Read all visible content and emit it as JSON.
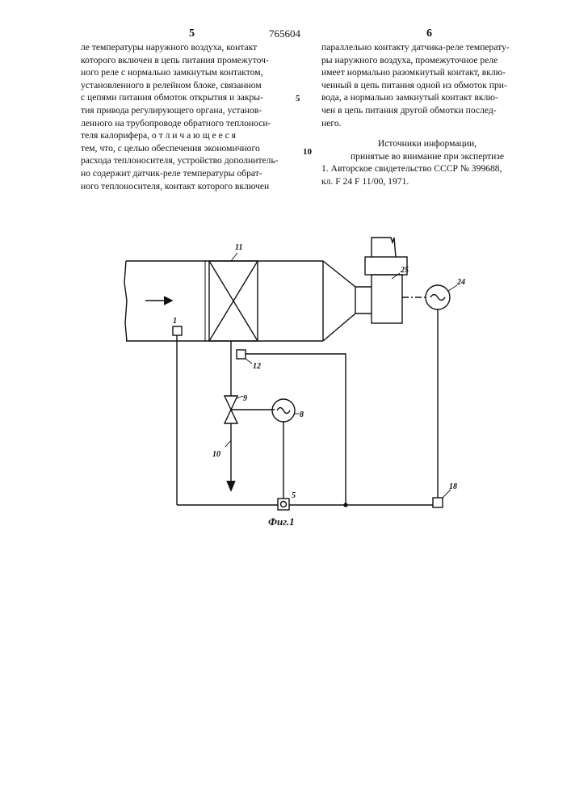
{
  "header": {
    "left_page_number": "5",
    "document_number": "765604",
    "right_page_number": "6"
  },
  "left_column": {
    "lines": [
      "ле температуры наружного  воздуха, контакт",
      "которого включен в цепь питания промежуточ-",
      "ного реле с нормально замкнутым контактом,",
      "установленного в релейном блоке, связанном",
      "с цепями питания обмоток открытия и закры-",
      "тия привода регулирующего органа, установ-",
      "ленного на трубопроводе обратного теплоноси-",
      "теля калорифера,  о т л и ч а ю щ е е с я",
      "тем, что, с целью обеспечения экономичного",
      "расхода теплоносителя, устройство дополнитель-",
      "но содержит датчик-реле температуры обрат-",
      "ного теплоносителя, контакт которого включен"
    ]
  },
  "margin_numbers": {
    "five": "5",
    "ten": "10"
  },
  "right_column": {
    "lines": [
      "параллельно контакту датчика-реле температу-",
      "ры наружного воздуха, промежуточное реле",
      "имеет нормально разомкнутый контакт, вклю-",
      "ченный в цепь питания одной из обмоток при-",
      "вода, а нормально замкнутый контакт вклю-",
      "чен в цепь питания другой обмотки послед-",
      "него."
    ],
    "sources_heading_1": "Источники информации,",
    "sources_heading_2": "принятые во внимание при экспертизе",
    "source_1_line_1": "1. Авторское свидетельство СССР № 399688,",
    "source_1_line_2": "кл. F 24 F 11/00, 1971."
  },
  "figure": {
    "labels": {
      "sensor_outdoor": "1",
      "heater": "11",
      "sensor_return": "12",
      "valve": "9",
      "valve_motor": "8",
      "return_pipe": "10",
      "relay_block": "5",
      "fan": "25",
      "fan_motor": "24",
      "node": "18"
    },
    "caption": "Фиг.1"
  }
}
